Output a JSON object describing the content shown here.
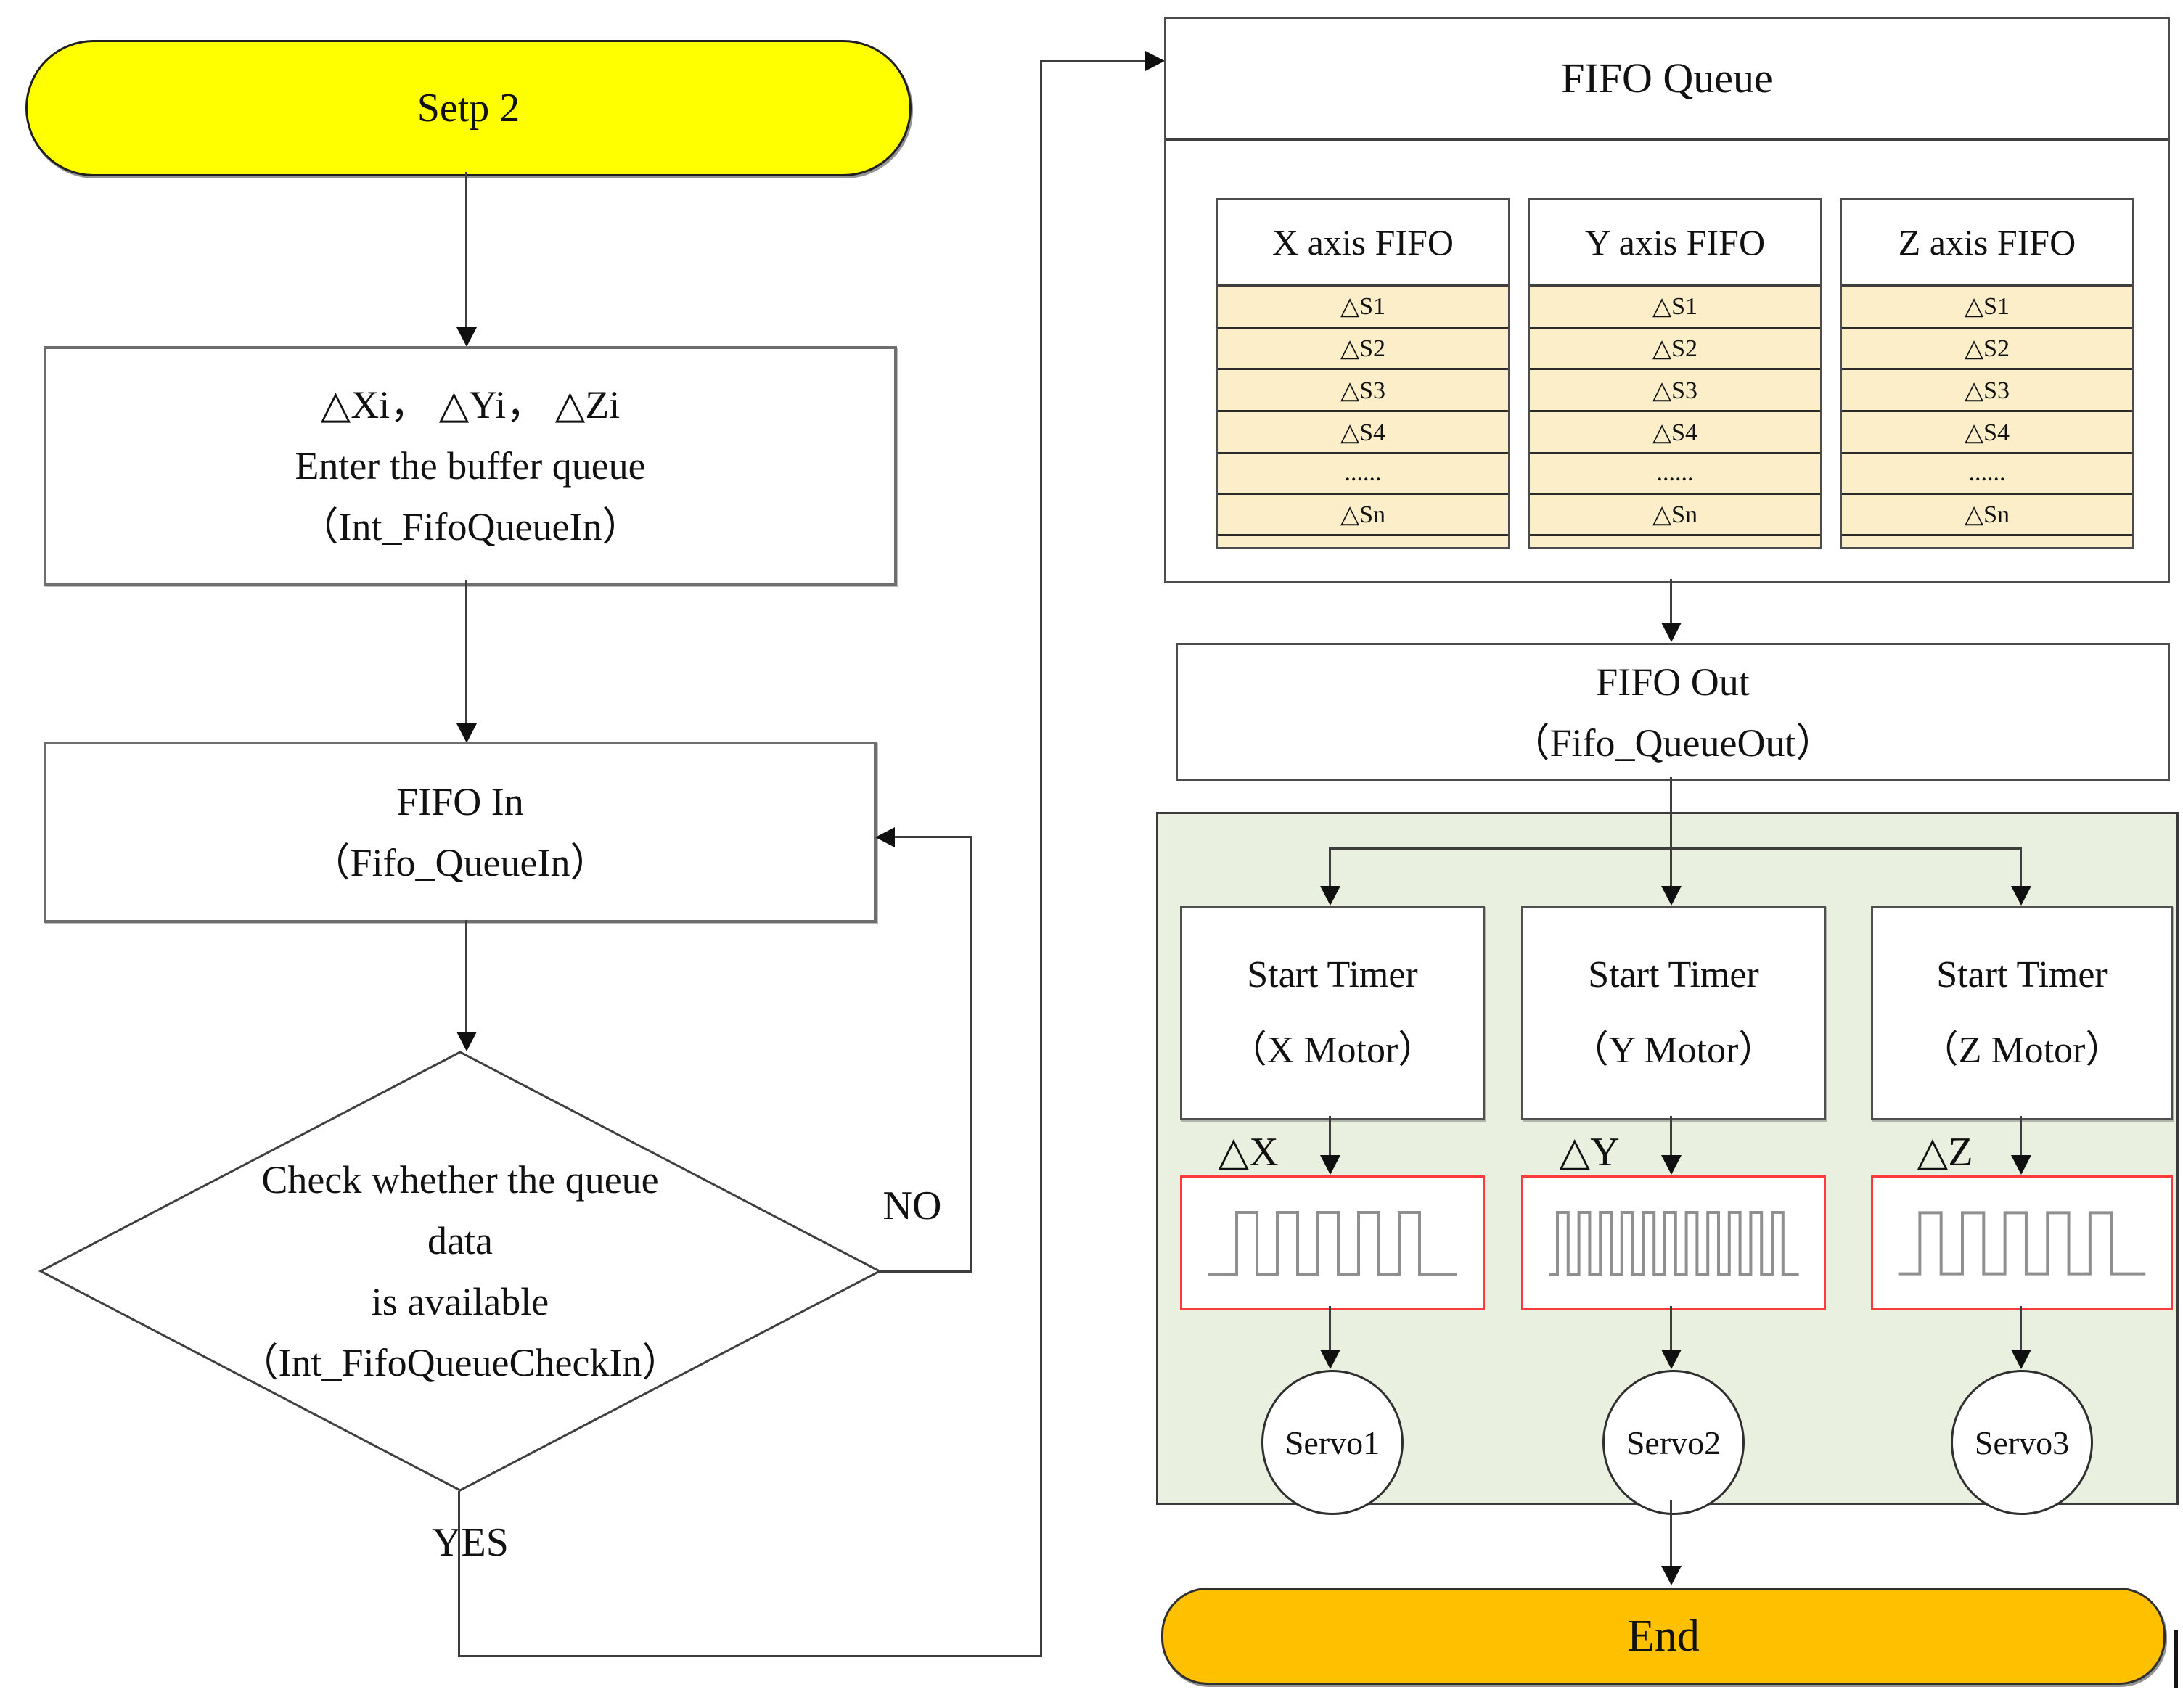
{
  "colors": {
    "start_fill": "#ffff00",
    "end_fill": "#ffc000",
    "row_fill": "#fbeec8",
    "green_fill": "#eaf0df",
    "red_border": "#fb3b3b",
    "wave": "#8f8f8f"
  },
  "flow": {
    "start_label": "Setp 2",
    "enter_queue": {
      "line1": "△Xi， △Yi， △Zi",
      "line2": "Enter the buffer queue",
      "line3": "（Int_FifoQueueIn）"
    },
    "fifo_in": {
      "line1": "FIFO In",
      "line2": "（Fifo_QueueIn）"
    },
    "decision": {
      "line1": "Check whether the queue",
      "line2": "data",
      "line3": "is available",
      "line4": "（Int_FifoQueueCheckIn）"
    },
    "no_label": "NO",
    "yes_label": "YES",
    "end_label": "End"
  },
  "fifo_queue": {
    "title": "FIFO Queue",
    "tables": [
      {
        "header": "X axis FIFO",
        "rows": [
          "△S1",
          "△S2",
          "△S3",
          "△S4",
          "......",
          "△Sn",
          ""
        ]
      },
      {
        "header": "Y axis FIFO",
        "rows": [
          "△S1",
          "△S2",
          "△S3",
          "△S4",
          "......",
          "△Sn",
          ""
        ]
      },
      {
        "header": "Z axis FIFO",
        "rows": [
          "△S1",
          "△S2",
          "△S3",
          "△S4",
          "......",
          "△Sn",
          ""
        ]
      }
    ]
  },
  "fifo_out": {
    "line1": "FIFO Out",
    "line2": "（Fifo_QueueOut）"
  },
  "motors": {
    "timers": [
      {
        "line1": "Start Timer",
        "line2": "（X Motor）",
        "delta": "△X",
        "servo": "Servo1",
        "pulses": 5,
        "lead": 40
      },
      {
        "line1": "Start Timer",
        "line2": "（Y Motor）",
        "delta": "△Y",
        "servo": "Servo2",
        "pulses": 11,
        "lead": 12
      },
      {
        "line1": "Start Timer",
        "line2": "（Z Motor）",
        "delta": "△Z",
        "servo": "Servo3",
        "pulses": 5,
        "lead": 30
      }
    ]
  }
}
